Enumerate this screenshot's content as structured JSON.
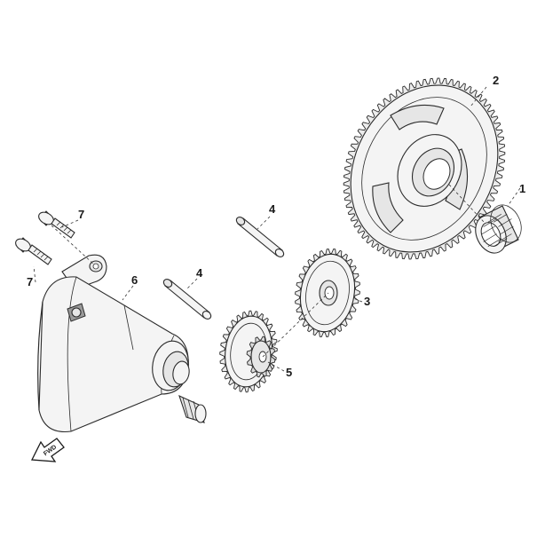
{
  "callouts": {
    "c1": "1",
    "c2": "2",
    "c3": "3",
    "c4a": "4",
    "c4b": "4",
    "c5": "5",
    "c6": "6",
    "c7a": "7",
    "c7b": "7"
  },
  "fwd_label": "FWD",
  "colors": {
    "line": "#2b2b2b",
    "background": "#ffffff"
  }
}
